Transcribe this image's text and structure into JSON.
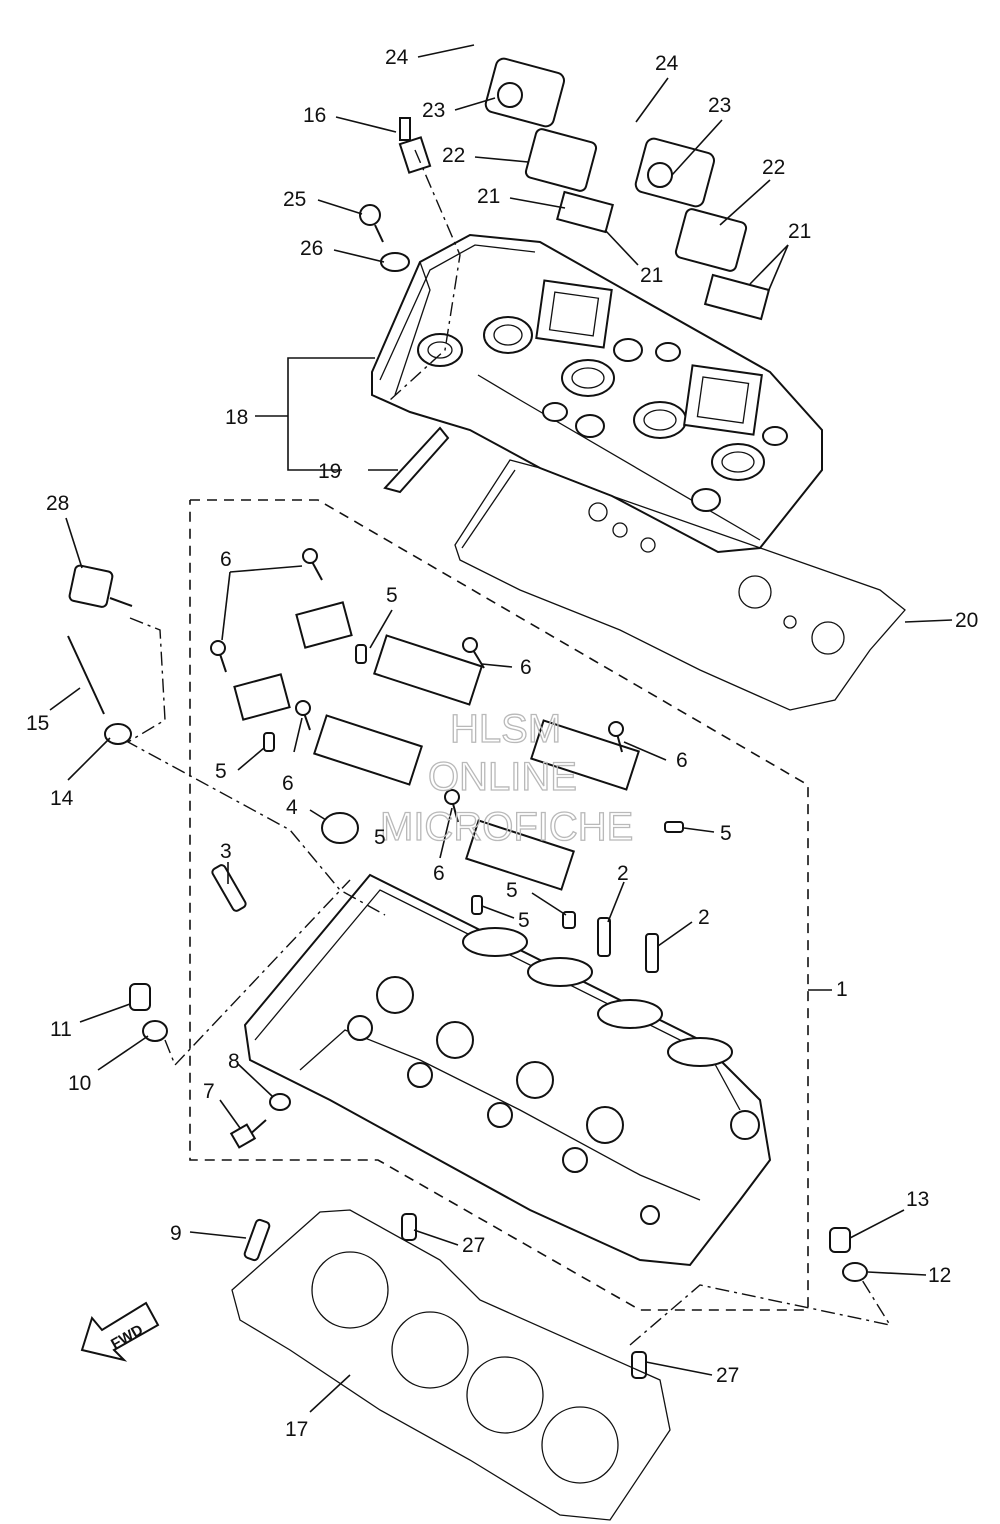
{
  "callouts": {
    "c1": "1",
    "c2a": "2",
    "c2b": "2",
    "c3": "3",
    "c4": "4",
    "c5a": "5",
    "c5b": "5",
    "c5c": "5",
    "c5d": "5",
    "c5e": "5",
    "c5f": "5",
    "c6a": "6",
    "c6b": "6",
    "c6c": "6",
    "c6d": "6",
    "c6e": "6",
    "c7": "7",
    "c8": "8",
    "c9": "9",
    "c10": "10",
    "c11": "11",
    "c12": "12",
    "c13": "13",
    "c14": "14",
    "c15": "15",
    "c16": "16",
    "c17": "17",
    "c18": "18",
    "c19": "19",
    "c20": "20",
    "c21a": "21",
    "c21b": "21",
    "c21c": "21",
    "c22a": "22",
    "c22b": "22",
    "c23a": "23",
    "c23b": "23",
    "c24a": "24",
    "c24b": "24",
    "c25": "25",
    "c26": "26",
    "c27a": "27",
    "c27b": "27",
    "c28": "28"
  },
  "direction_badge": "FWD",
  "watermark": [
    "HLSM",
    "ONLINE",
    "MICROFICHE"
  ]
}
